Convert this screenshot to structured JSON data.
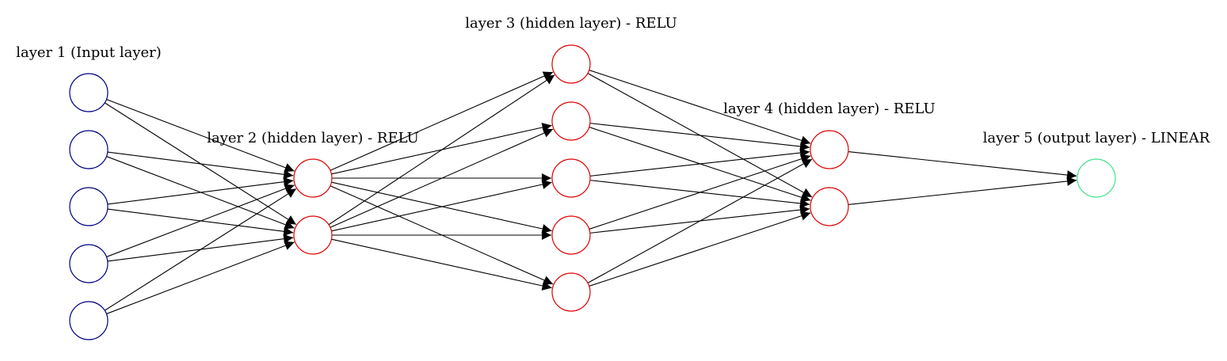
{
  "diagram": {
    "layers": [
      {
        "label": "layer 1 (Input layer)",
        "color": "#000080",
        "nodes": 5
      },
      {
        "label": "layer 2 (hidden layer) - RELU",
        "color": "#e00000",
        "nodes": 2
      },
      {
        "label": "layer 3 (hidden layer) - RELU",
        "color": "#e00000",
        "nodes": 5
      },
      {
        "label": "layer 4 (hidden layer) - RELU",
        "color": "#e00000",
        "nodes": 2
      },
      {
        "label": "layer 5 (output layer) - LINEAR",
        "color": "#40e090",
        "nodes": 1
      }
    ],
    "edge_color": "#000000",
    "connectivity": "fully-connected"
  }
}
